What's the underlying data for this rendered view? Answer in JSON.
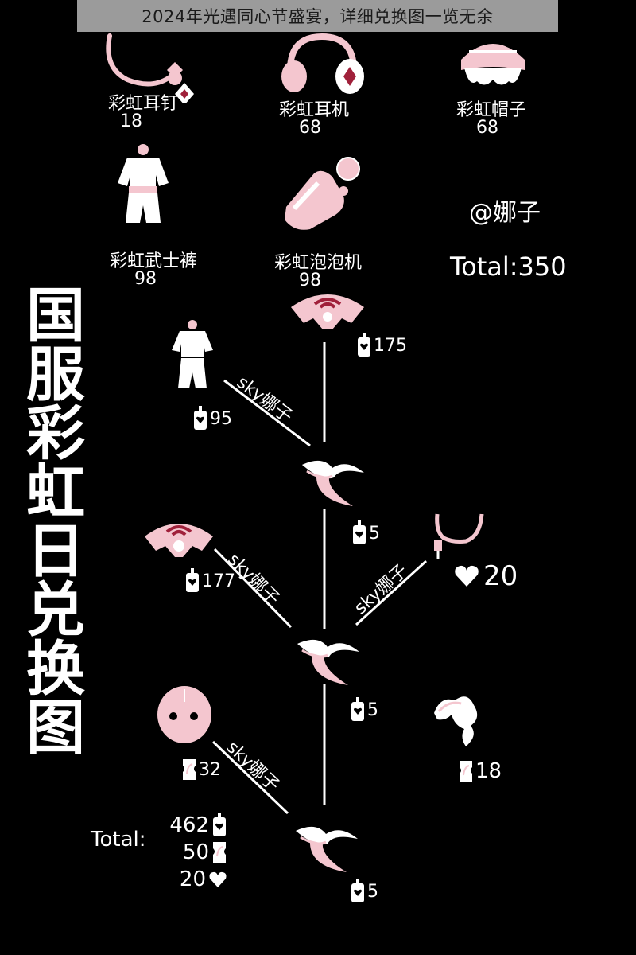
{
  "caption": "2024年光遇同心节盛宴，详细兑换图一览无余",
  "top_items": [
    {
      "name": "彩虹耳钉",
      "cost": "18",
      "icon": "earring-icon"
    },
    {
      "name": "彩虹耳机",
      "cost": "68",
      "icon": "headphones-icon"
    },
    {
      "name": "彩虹帽子",
      "cost": "68",
      "icon": "hat-icon"
    },
    {
      "name": "彩虹武士裤",
      "cost": "98",
      "icon": "samurai-outfit-icon"
    },
    {
      "name": "彩虹泡泡机",
      "cost": "98",
      "icon": "bubble-machine-icon"
    }
  ],
  "credit": "@娜子",
  "total": "Total:350",
  "vertical_title": [
    "国",
    "服",
    "彩",
    "虹",
    "日",
    "兑",
    "换",
    "图"
  ],
  "tree_costs": {
    "fan_top": "175",
    "outfit": "95",
    "node1": "5",
    "fan_left": "177",
    "earring_heart": "20",
    "node2": "5",
    "mask": "32",
    "hair": "18",
    "node3": "5"
  },
  "watermark": "sky娜子",
  "summary": {
    "label": "Total:",
    "candles": "462",
    "tickets": "50",
    "hearts": "20"
  },
  "colors": {
    "accent_pink": "#f4c6cf",
    "background": "#000000"
  }
}
